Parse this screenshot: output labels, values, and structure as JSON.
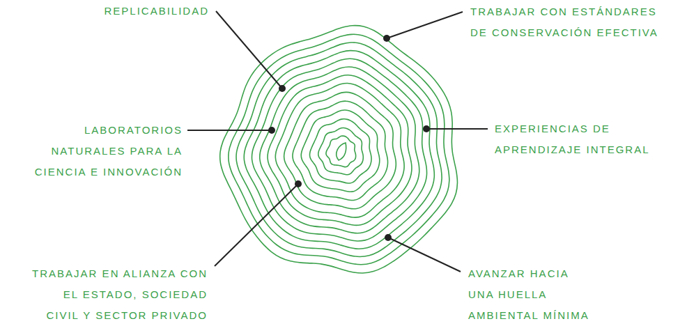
{
  "diagram": {
    "labels": [
      "REPLICABILIDAD",
      "TRABAJAR CON ESTÁNDARES DE CONSERVACIÓN EFECTIVA",
      "LABORATORIOS NATURALES PARA LA CIENCIA E INNOVACIÓN",
      "EXPERIENCIAS DE APRENDIZAJE INTEGRAL",
      "TRABAJAR EN ALIANZA CON EL ESTADO, SOCIEDAD CIVIL Y SECTOR PRIVADO",
      "AVANZAR HACIA UNA HUELLA AMBIENTAL MÍNIMA"
    ]
  }
}
